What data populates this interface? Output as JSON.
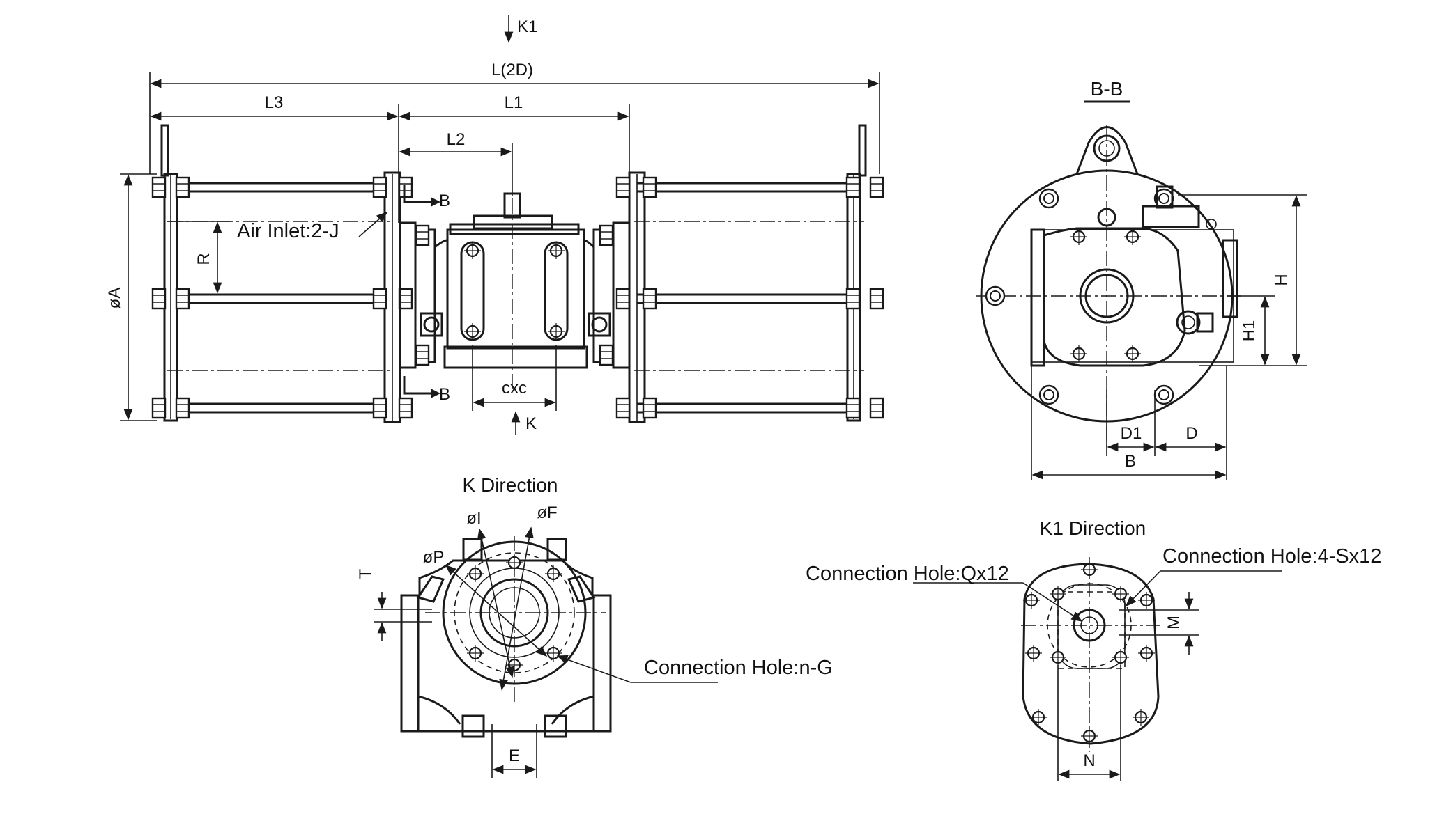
{
  "front_view": {
    "k1_arrow_label": "K1",
    "k_arrow_label": "K",
    "dim_total_length": "L(2D)",
    "dim_l3": "L3",
    "dim_l1": "L1",
    "dim_l2": "L2",
    "dim_bore_a": "øA",
    "dim_r": "R",
    "dim_cxc": "cxc",
    "section_mark_top": "B",
    "section_mark_bottom": "B",
    "air_inlet_note": "Air Inlet:2-J"
  },
  "section_view": {
    "title": "B-B",
    "dim_h": "H",
    "dim_h1": "H1",
    "dim_d1": "D1",
    "dim_d": "D",
    "dim_b": "B"
  },
  "k_direction": {
    "title": "K Direction",
    "dim_phi_i": "øI",
    "dim_phi_f": "øF",
    "dim_phi_p": "øP",
    "dim_t": "T",
    "dim_e": "E",
    "connection_note": "Connection Hole:n-G"
  },
  "k1_direction": {
    "title": "K1 Direction",
    "connection_note_q": "Connection Hole:Qx12",
    "connection_note_s": "Connection Hole:4-Sx12",
    "dim_m": "M",
    "dim_n": "N"
  },
  "colors": {
    "line": "#1a1a1a",
    "background": "#ffffff",
    "shading": "#d9d9d9"
  }
}
